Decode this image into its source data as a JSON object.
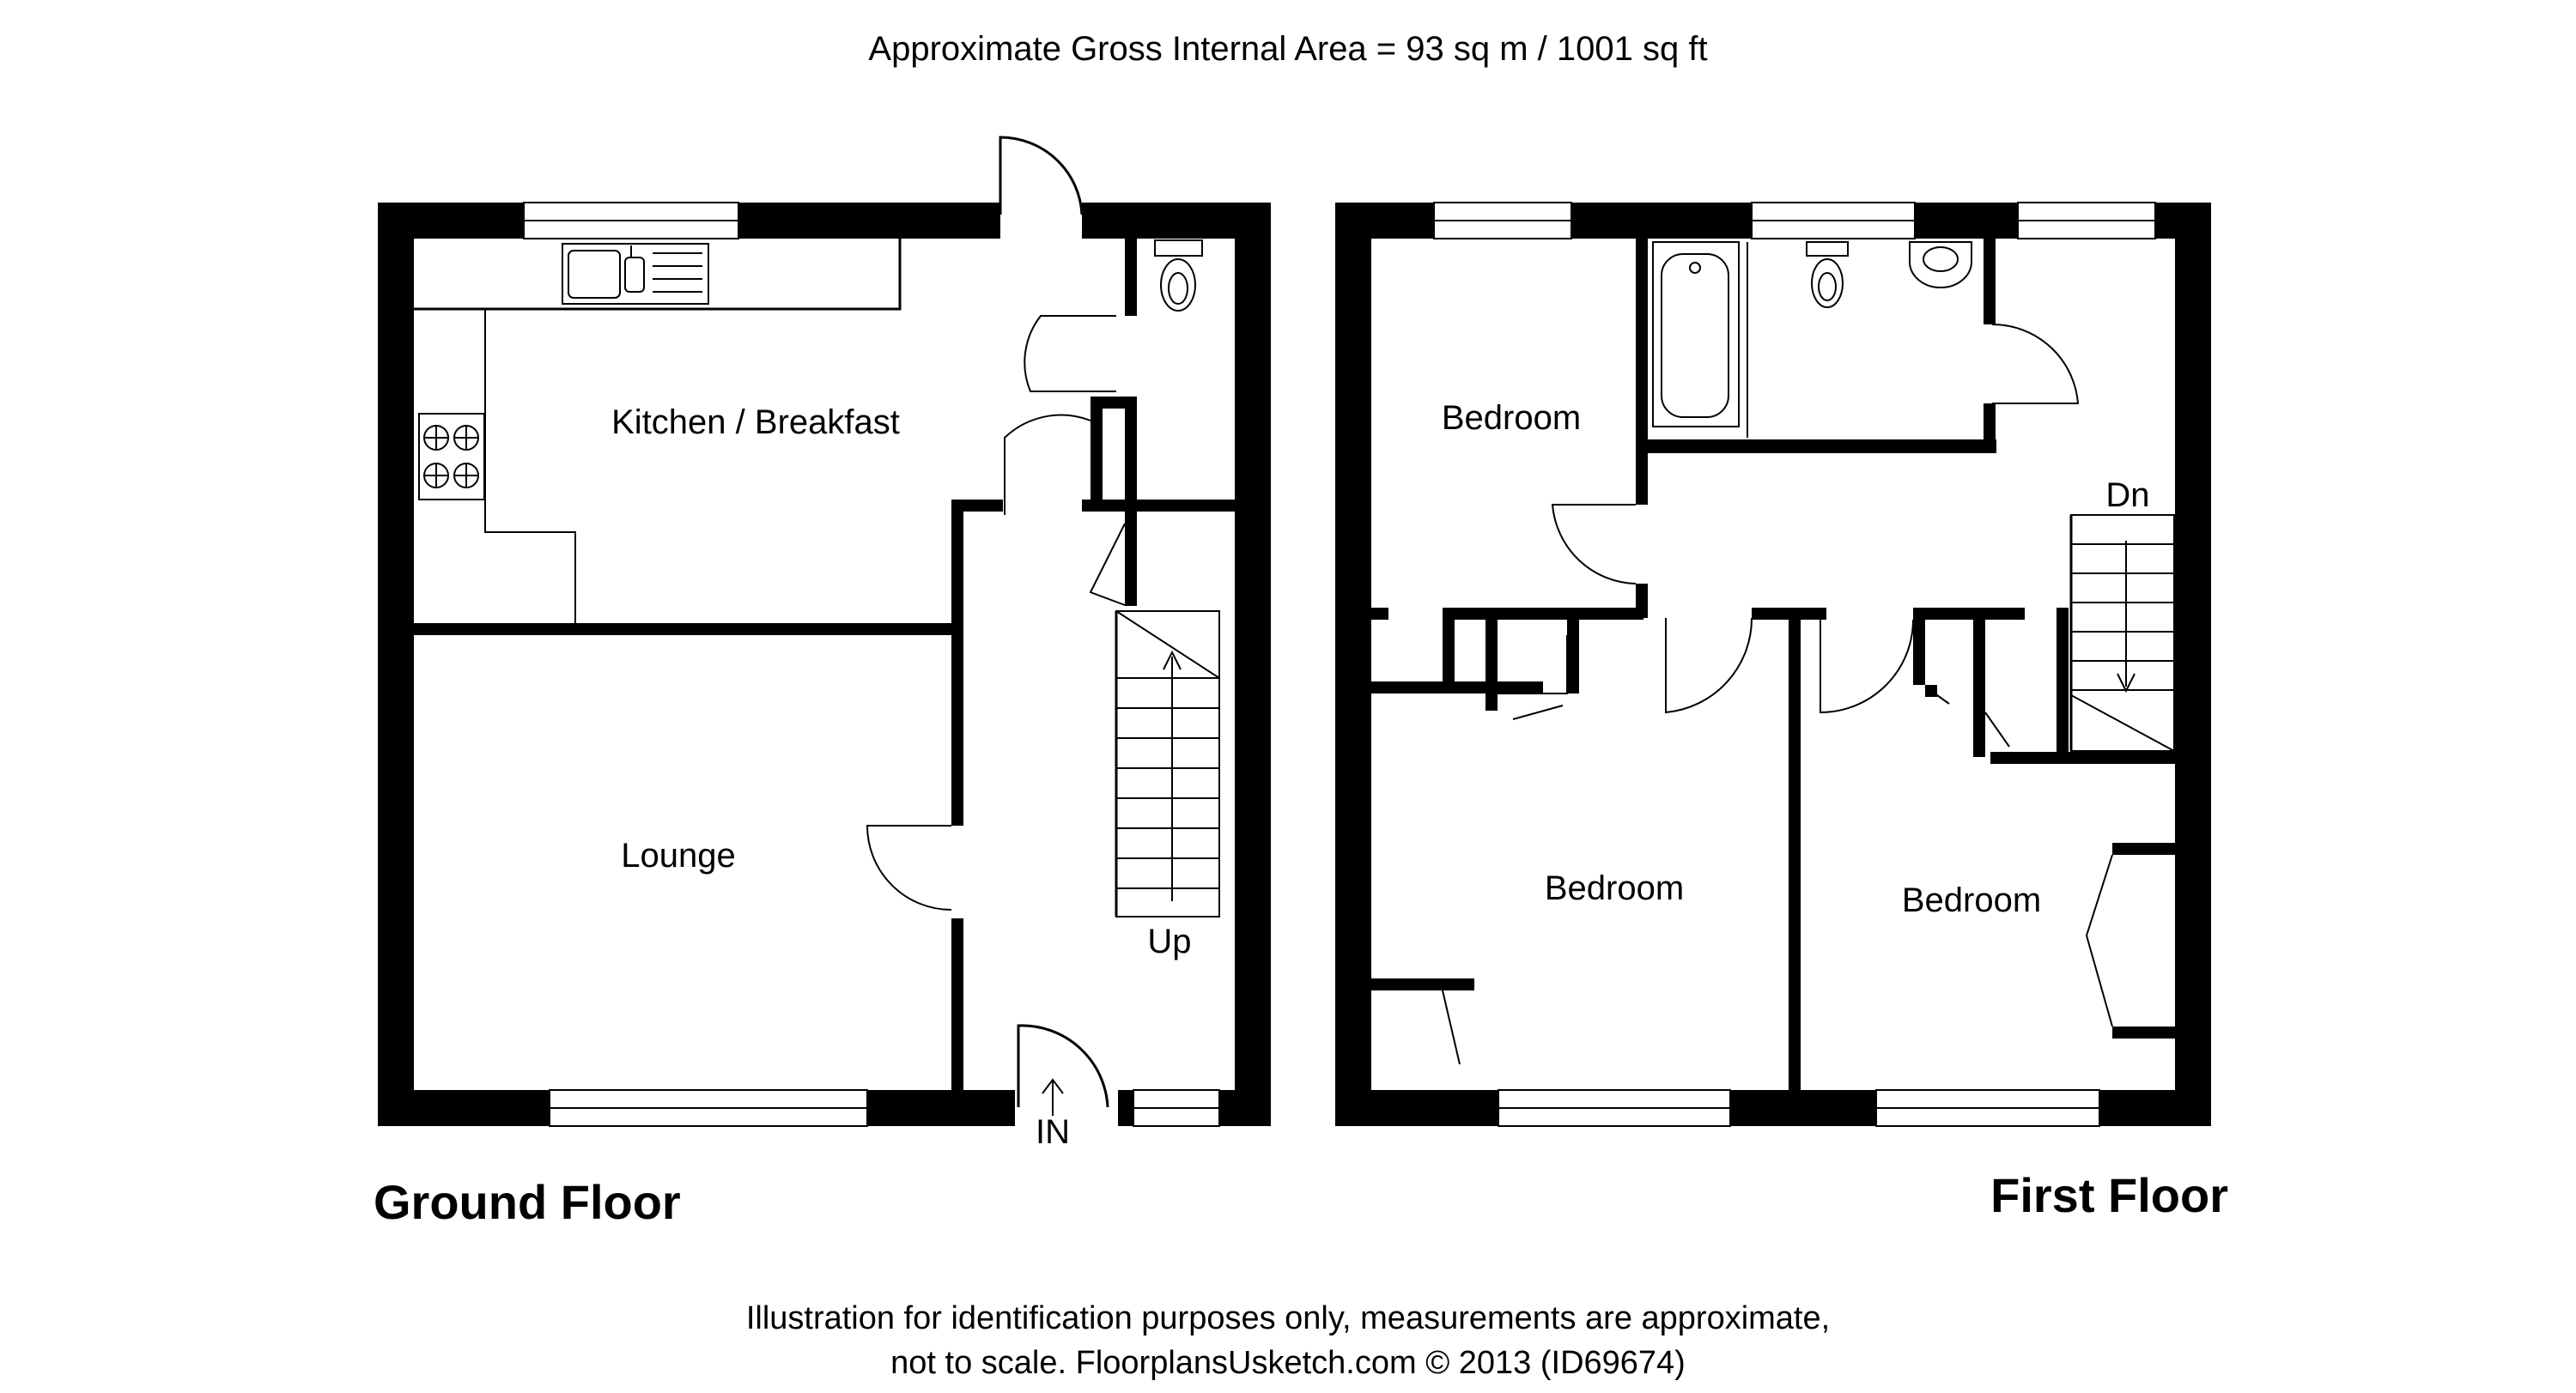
{
  "header": {
    "area": "Approximate Gross Internal Area = 93 sq m / 1001 sq ft"
  },
  "ground_floor": {
    "title": "Ground Floor",
    "rooms": {
      "kitchen": "Kitchen / Breakfast",
      "lounge": "Lounge"
    },
    "stairs_label": "Up",
    "entrance_label": "IN"
  },
  "first_floor": {
    "title": "First Floor",
    "rooms": {
      "bedroom_1": "Bedroom",
      "bedroom_2": "Bedroom",
      "bedroom_3": "Bedroom"
    },
    "stairs_label": "Dn"
  },
  "footer": {
    "line1": "Illustration for identification purposes only, measurements are approximate,",
    "line2": "not to scale. FloorplansUsketch.com © 2013 (ID69674)"
  }
}
